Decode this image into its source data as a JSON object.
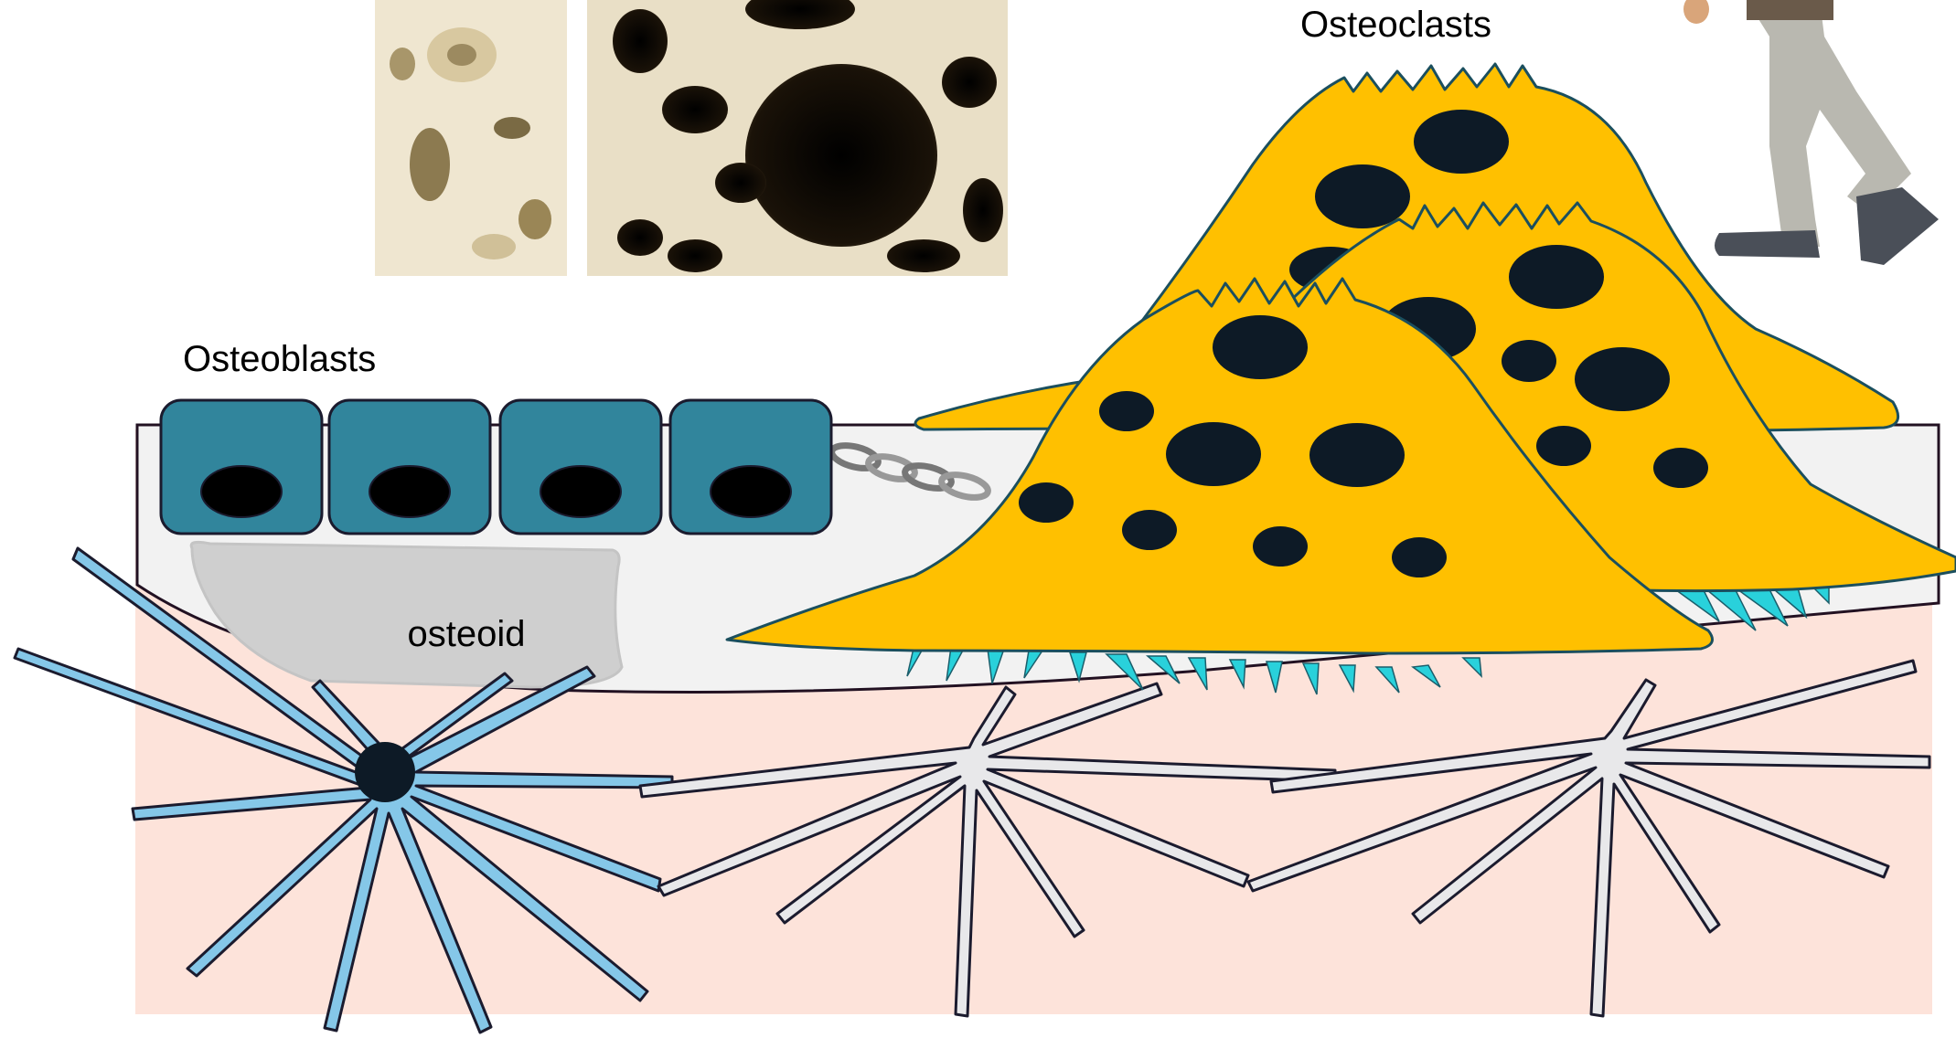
{
  "labels": {
    "osteoclasts": "Osteoclasts",
    "osteoblasts": "Osteoblasts",
    "osteoid": "osteoid"
  },
  "colors": {
    "marrow": "#fde3da",
    "bone_matrix": "#f2f2f2",
    "osteoid": "#cfcfcf",
    "osteoblast_fill": "#31859c",
    "osteoclast_fill": "#ffc000",
    "nucleus": "#0d1a26",
    "osteocyte_active": "#85c7e8",
    "osteocyte_inactive": "#e8e8ea",
    "ruffled_border": "#29d1db"
  },
  "icons": {
    "bone_photo": "trabecular-bone-photo-icon",
    "walking_person": "walking-person-icon",
    "chain": "chain-icon"
  }
}
